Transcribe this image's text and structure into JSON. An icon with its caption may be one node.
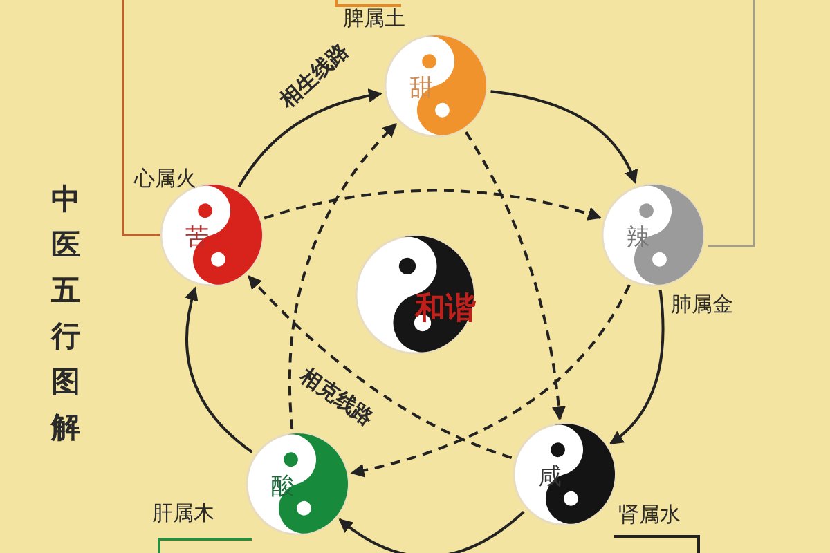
{
  "diagram": {
    "title": "中医五行图解",
    "nodes": [
      {
        "text": [
          "甜"
        ],
        "beside": [
          "脾属土"
        ]
      },
      {
        "text": [
          "苦"
        ],
        "beside": [
          "心属火"
        ]
      },
      {
        "text": [
          "辣"
        ],
        "beside": [
          "肺属金"
        ]
      },
      {
        "text": [
          "和谐"
        ]
      },
      {
        "text": [
          "酸"
        ],
        "beside": [
          "肝属木"
        ]
      },
      {
        "text": [
          "咸"
        ],
        "beside": [
          "肾属水"
        ]
      }
    ],
    "edges": [
      {
        "from": 1,
        "to": 0,
        "arrow": "to",
        "label": "相生线路"
      },
      {
        "from": 0,
        "to": 2,
        "arrow": "to"
      },
      {
        "from": 2,
        "to": 5,
        "arrow": "to"
      },
      {
        "from": 5,
        "to": 4,
        "arrow": "to"
      },
      {
        "from": 4,
        "to": 1,
        "arrow": "to"
      },
      {
        "from": 4,
        "to": 0,
        "arrow": "to",
        "style": "dashed"
      },
      {
        "from": 0,
        "to": 5,
        "arrow": "to",
        "style": "dashed"
      },
      {
        "from": 5,
        "to": 1,
        "arrow": "to",
        "style": "dashed",
        "label": "相克线路"
      },
      {
        "from": 1,
        "to": 2,
        "arrow": "to",
        "style": "dashed"
      },
      {
        "from": 2,
        "to": 4,
        "arrow": "to",
        "style": "dashed"
      }
    ]
  }
}
